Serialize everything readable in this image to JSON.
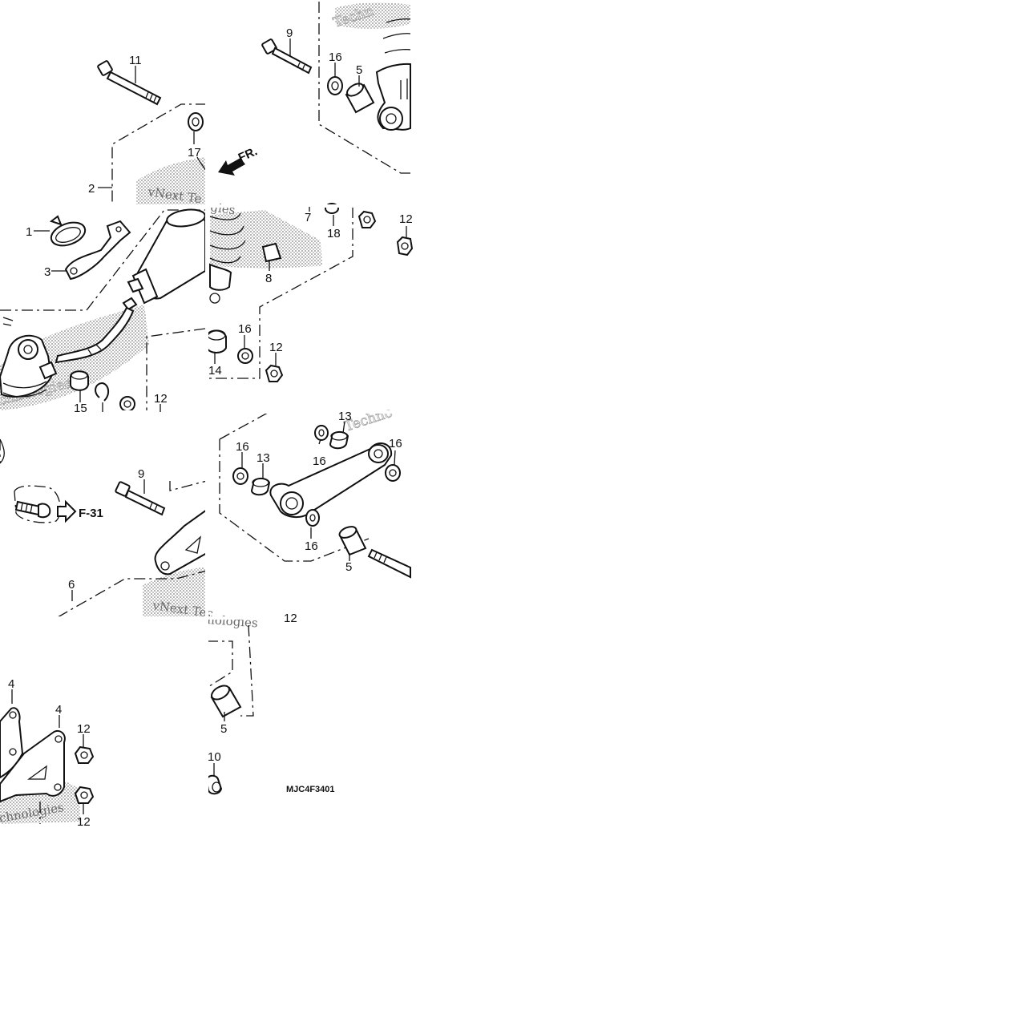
{
  "diagram": {
    "code": "MJC4F3401",
    "front_arrow_label": "FR.",
    "reference_label": "F-31",
    "watermark_text": "vNext Technologies",
    "watermark_fragments": [
      "Techn",
      "Techno",
      "vNext Te",
      "chnologies",
      "gies",
      "ologies",
      "vNext Tec",
      "hologies",
      "xt",
      "chnologies"
    ],
    "callouts": {
      "c1": "1",
      "c2": "2",
      "c3": "3",
      "c4a": "4",
      "c4b": "4",
      "c5a": "5",
      "c5b": "5",
      "c5c": "5",
      "c6": "6",
      "c7": "7",
      "c8": "8",
      "c9a": "9",
      "c9b": "9",
      "c10": "10",
      "c11": "11",
      "c12a": "12",
      "c12b": "12",
      "c12c": "12",
      "c12d": "12",
      "c12e": "12",
      "c12f": "12",
      "c13a": "13",
      "c13b": "13",
      "c14": "14",
      "c15": "15",
      "c16a": "16",
      "c16b": "16",
      "c16c": "16",
      "c16d": "16",
      "c16e": "16",
      "c16f": "16",
      "c17": "17",
      "c18": "18"
    }
  },
  "colors": {
    "ink": "#111111",
    "watermark": "#9a9a9a",
    "background": "#ffffff"
  },
  "icons": [
    "front-arrow-icon",
    "reference-arrow-icon"
  ]
}
